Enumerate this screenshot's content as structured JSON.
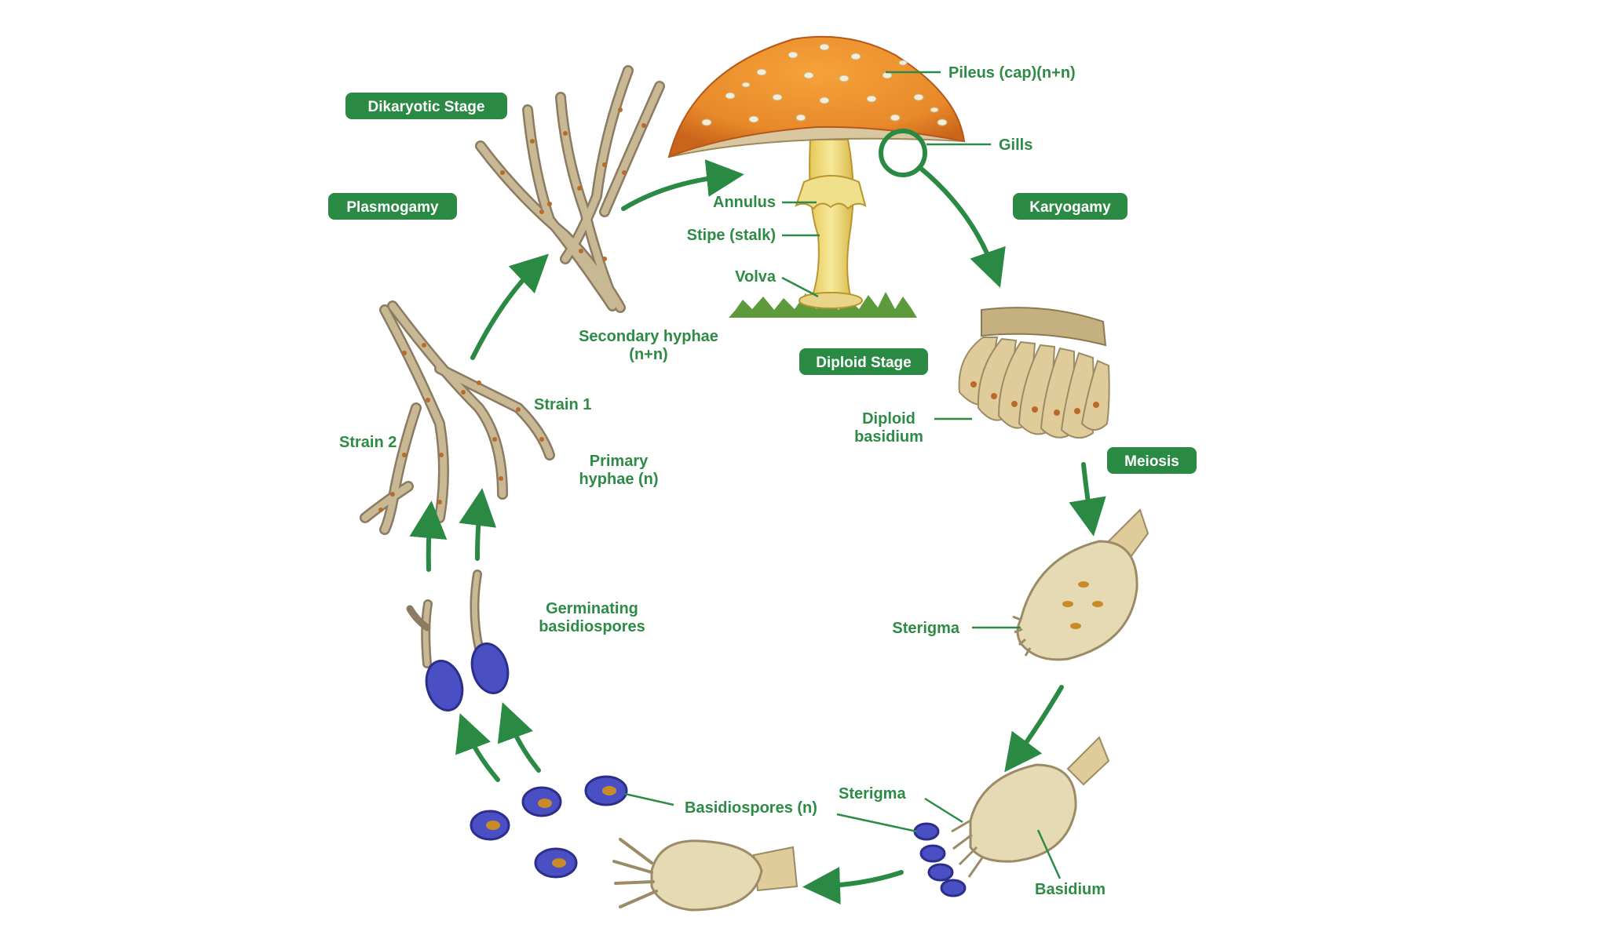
{
  "stages": {
    "dikaryotic": "Dikaryotic Stage",
    "plasmogamy": "Plasmogamy",
    "karyogamy": "Karyogamy",
    "diploid": "Diploid Stage",
    "meiosis": "Meiosis"
  },
  "labels": {
    "pileus": "Pileus (cap)(n+n)",
    "gills": "Gills",
    "annulus": "Annulus",
    "stipe": "Stipe (stalk)",
    "volva": "Volva",
    "secondary_hyphae_1": "Secondary hyphae",
    "secondary_hyphae_2": "(n+n)",
    "strain1": "Strain 1",
    "strain2": "Strain 2",
    "primary_hyphae_1": "Primary",
    "primary_hyphae_2": "hyphae (n)",
    "diploid_basidium_1": "Diploid",
    "diploid_basidium_2": "basidium",
    "sterigma_top": "Sterigma",
    "sterigma_bottom": "Sterigma",
    "germinating_1": "Germinating",
    "germinating_2": "basidiospores",
    "basidiospores": "Basidiospores (n)",
    "basidium": "Basidium"
  },
  "colors": {
    "accent": "#2a8a44",
    "cap": "#e8892a",
    "stipe": "#f1de7a",
    "spore": "#4a4fc4",
    "cell": "#e6dab4"
  }
}
